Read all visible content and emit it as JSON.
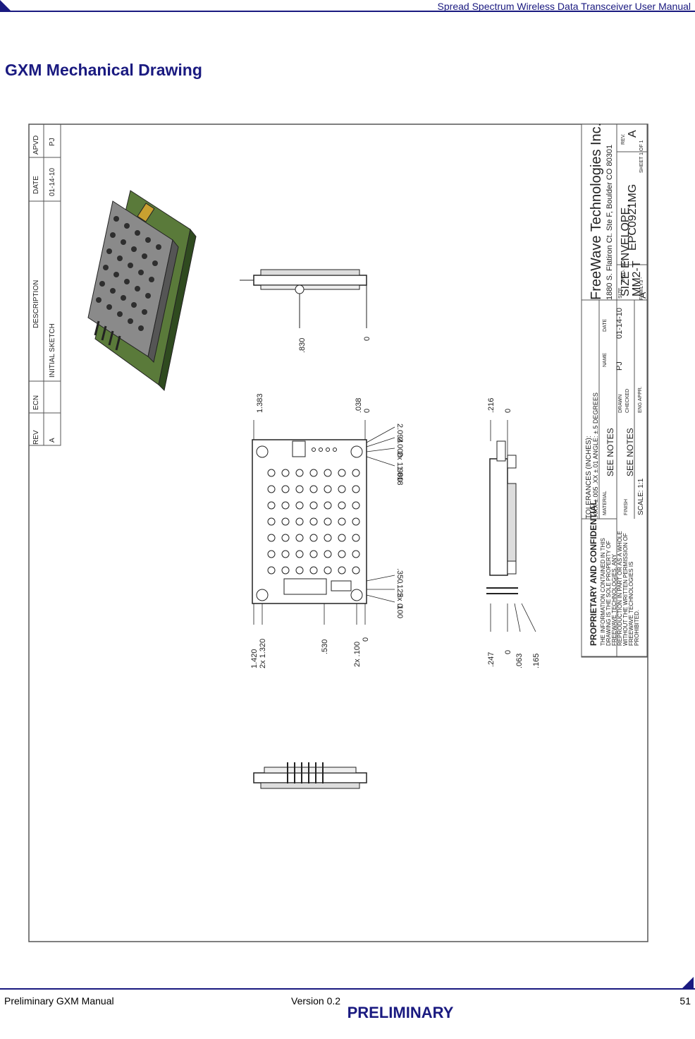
{
  "header": {
    "title": "Spread Spectrum Wireless Data Transceiver User Manual"
  },
  "section_title": "GXM Mechanical Drawing",
  "drawing": {
    "rev_table": {
      "headers": [
        "REV",
        "ECN",
        "DESCRIPTION",
        "DATE",
        "APVD"
      ],
      "row": [
        "A",
        "",
        "INITIAL SKETCH",
        "01-14-10",
        "PJ"
      ]
    },
    "dims_top_view": [
      "1.383",
      ".038",
      "0",
      "2.094",
      "2.000",
      "2x 1.900",
      "1.818",
      ".350",
      ".125",
      "2x .100",
      "0"
    ],
    "dims_left": [
      "1.420",
      "2x 1.320",
      ".530",
      "2x .100",
      "0"
    ],
    "dims_side_view": [
      ".830",
      "0"
    ],
    "dims_end_view": [
      ".216",
      "0",
      ".247",
      "0",
      ".063",
      ".165"
    ],
    "title_block": {
      "company": "FreeWave Technologies Inc.",
      "address": "1880 S. Flatiron Ct. Ste F, Boulder CO 80301",
      "part_title_1": "SIZE ENVELOPE,",
      "part_title_2": "MM2-T",
      "dwg_no_label": "DWG. NO.",
      "dwg_no": "EPC0921MG",
      "size_label": "SIZE",
      "size": "A",
      "rev_label": "REV.",
      "rev": "A",
      "sheet": "SHEET 1 OF 1",
      "family": "FAMILY3 -",
      "tolerances_header": "TOLERANCES (INCHES):",
      "tolerances_values": ".XXX  ±.005    .XX  ±.01    ANGLE: ±.5 DEGREES",
      "material_label": "MATERIAL",
      "material": "SEE NOTES",
      "finish_label": "FINISH",
      "finish": "SEE NOTES",
      "scale": "SCALE:  1:1",
      "name_label": "NAME",
      "date_label": "DATE",
      "drawn_label": "DRAWN",
      "drawn_name": "PJ",
      "drawn_date": "01-14-10",
      "checked_label": "CHECKED",
      "eng_appr_label": "ENG APPR.",
      "proprietary_header": "PROPRIETARY AND CONFIDENTIAL",
      "proprietary_lines": [
        "THE INFORMATION CONTAINED IN THIS",
        "DRAWING IS THE SOLE PROPERTY OF",
        "FREEWAVE TECHNOLOGIES. ANY",
        "REPRODUCTION IN PART OR AS A WHOLE",
        "WITHOUT THE WRITTEN PERMISSION OF",
        "FREEWAVE TECHNOLOGIES IS",
        "PROHIBITED."
      ]
    }
  },
  "footer": {
    "left": "Preliminary GXM Manual",
    "center": "Version 0.2",
    "page": "51"
  },
  "watermark": "PRELIMINARY"
}
